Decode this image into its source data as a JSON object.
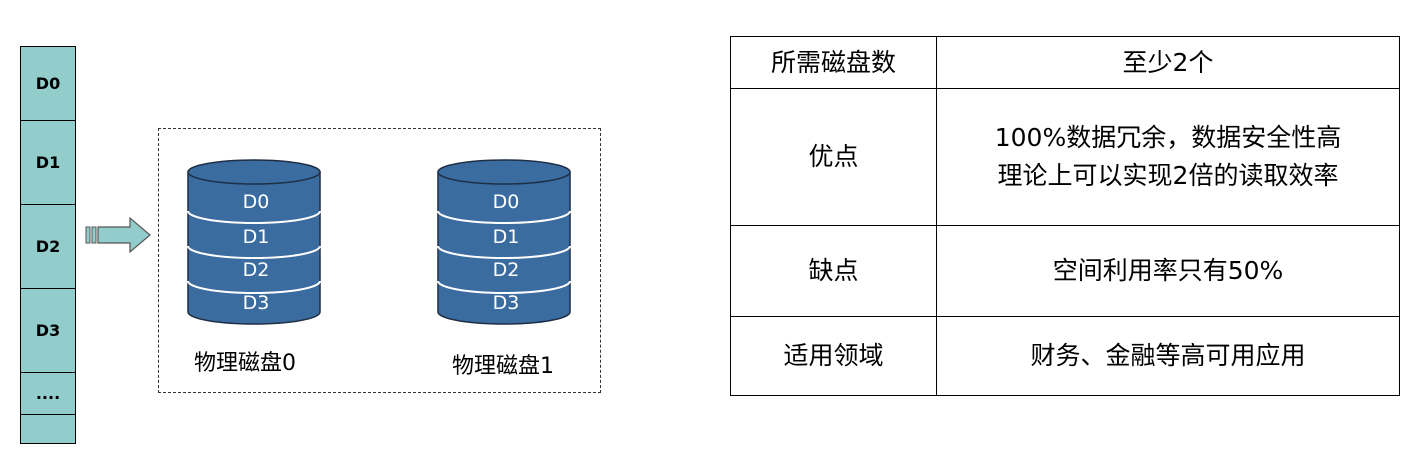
{
  "stripe_blocks": [
    "D0",
    "D1",
    "D2",
    "D3",
    "...."
  ],
  "disks": [
    {
      "label": "物理磁盘0",
      "blocks": [
        "D0",
        "D1",
        "D2",
        "D3"
      ]
    },
    {
      "label": "物理磁盘1",
      "blocks": [
        "D0",
        "D1",
        "D2",
        "D3"
      ]
    }
  ],
  "table": {
    "rows": [
      {
        "key": "所需磁盘数",
        "value": "至少2个"
      },
      {
        "key": "优点",
        "value_lines": [
          "100%数据冗余，数据安全性高",
          "理论上可以实现2倍的读取效率"
        ]
      },
      {
        "key": "缺点",
        "value": "空间利用率只有50%"
      },
      {
        "key": "适用领域",
        "value": "财务、金融等高可用应用"
      }
    ]
  },
  "colors": {
    "strip_fill": "#92cdcb",
    "disk_fill": "#3a6ca0",
    "disk_stroke": "#ffffff",
    "arrow_fill": "#92cdcb"
  }
}
